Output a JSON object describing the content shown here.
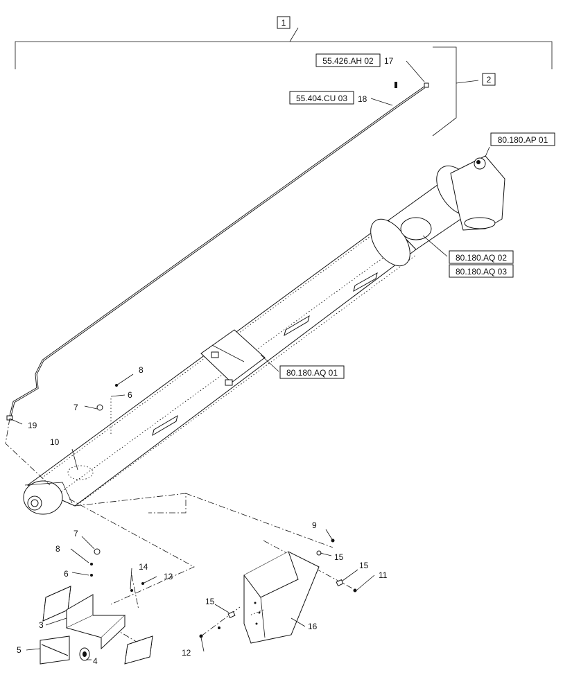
{
  "callouts": {
    "c1": "1",
    "c2": "2",
    "c3": "3",
    "c4": "4",
    "c5": "5",
    "c6a": "6",
    "c6b": "6",
    "c7a": "7",
    "c7b": "7",
    "c8a": "8",
    "c8b": "8",
    "c9": "9",
    "c10": "10",
    "c11": "11",
    "c12": "12",
    "c13": "13",
    "c14": "14",
    "c15a": "15",
    "c15b": "15",
    "c15c": "15",
    "c16": "16",
    "c17": "17",
    "c18": "18",
    "c19": "19"
  },
  "references": {
    "r_ah02": "55.426.AH 02",
    "r_cu03": "55.404.CU 03",
    "r_ap01": "80.180.AP 01",
    "r_aq02": "80.180.AQ 02",
    "r_aq03": "80.180.AQ 03",
    "r_aq01": "80.180.AQ 01"
  }
}
